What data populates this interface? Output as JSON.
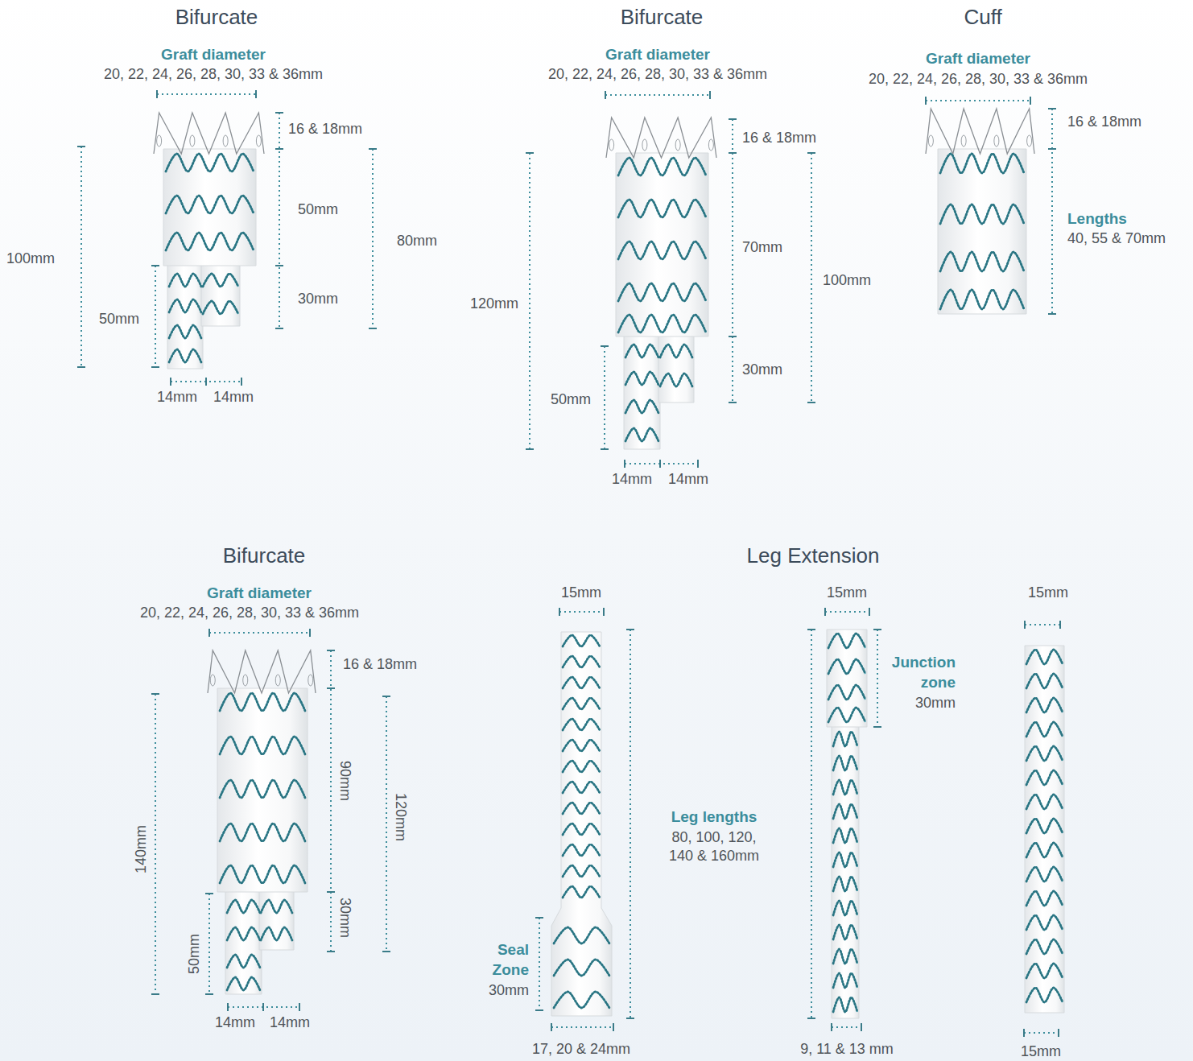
{
  "diagram": {
    "labels": [
      "Bifurcate",
      "Graft diameter",
      "20, 22, 24, 26, 28, 30, 33 & 36mm",
      "16 & 18mm",
      "50mm",
      "80mm",
      "100mm",
      "50mm",
      "30mm",
      "14mm",
      "14mm",
      "Bifurcate",
      "Graft diameter",
      "20, 22, 24, 26, 28, 30, 33 & 36mm",
      "16 & 18mm",
      "70mm",
      "100mm",
      "120mm",
      "30mm",
      "50mm",
      "14mm",
      "14mm",
      "Cuff",
      "Graft diameter",
      "20, 22, 24, 26, 28, 30, 33 & 36mm",
      "16 & 18mm",
      "Lengths",
      "40, 55 & 70mm",
      "Bifurcate",
      "Graft diameter",
      "20, 22, 24, 26, 28, 30, 33 & 36mm",
      "16 & 18mm",
      "140mm",
      "90mm",
      "120mm",
      "30mm",
      "50mm",
      "14mm",
      "14mm",
      "Leg Extension",
      "15mm",
      "15mm",
      "15mm",
      "Junction zone",
      "30mm",
      "Leg lengths",
      "80, 100, 120, 140 & 160mm",
      "Seal Zone",
      "30mm",
      "17, 20 & 24mm",
      "9, 11 & 13 mm",
      "15mm"
    ]
  }
}
